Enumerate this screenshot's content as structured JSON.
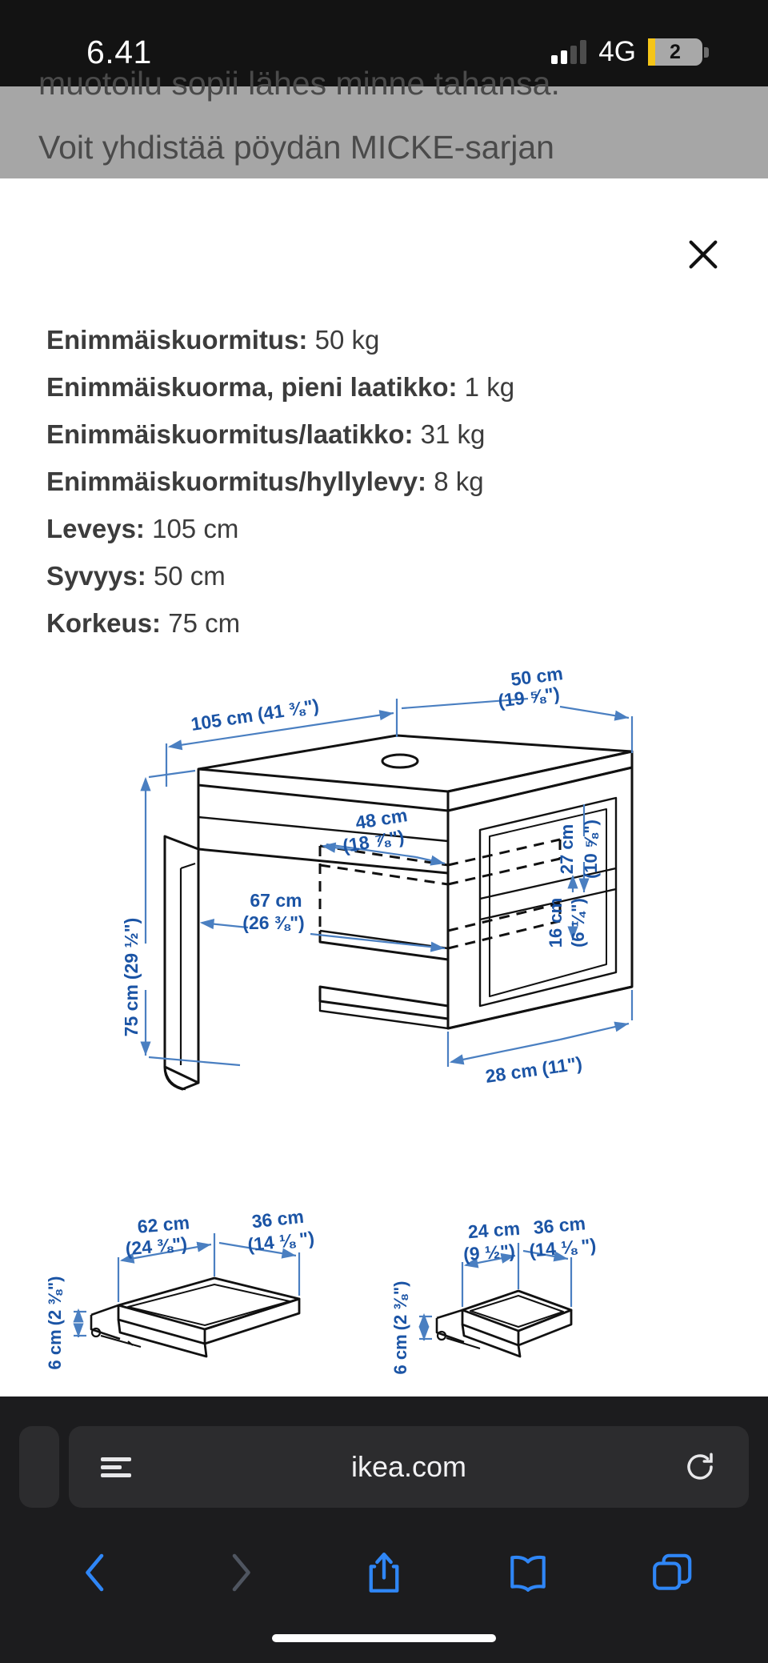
{
  "status_bar": {
    "time": "6.41",
    "network": "4G",
    "battery_level": "2",
    "signal_bars_active": 2,
    "signal_bars_total": 4,
    "battery_low_color": "#f5c518"
  },
  "background_page": {
    "line1": "muotoilu sopii lähes minne tahansa.",
    "line2": "Voit yhdistää pöydän MICKE-sarjan"
  },
  "sheet": {
    "close_label": "✕",
    "specs": [
      {
        "key": "Enimmäiskuormitus:",
        "value": "50 kg"
      },
      {
        "key": "Enimmäiskuorma, pieni laatikko:",
        "value": "1 kg"
      },
      {
        "key": "Enimmäiskuormitus/laatikko:",
        "value": "31 kg"
      },
      {
        "key": "Enimmäiskuormitus/hyllylevy:",
        "value": "8 kg"
      },
      {
        "key": "Leveys:",
        "value": "105 cm"
      },
      {
        "key": "Syvyys:",
        "value": "50 cm"
      },
      {
        "key": "Korkeus:",
        "value": "75 cm"
      }
    ]
  },
  "diagram": {
    "accent_color": "#1b54a5",
    "line_color": "#5b8ec9",
    "desk": {
      "width": {
        "cm": "105 cm",
        "inch": "(41 ⅜\")"
      },
      "depth": {
        "cm": "50 cm",
        "inch": "(19 ⅝\")"
      },
      "height": {
        "cm": "75 cm",
        "inch": "(29 ½\")"
      },
      "inner_depth": {
        "cm": "48 cm",
        "inch": "(18 ⅞\")"
      },
      "upper_opening": {
        "cm": "27 cm",
        "inch": "(10 ⅝\")"
      },
      "inner_width": {
        "cm": "67 cm",
        "inch": "(26 ⅜\")"
      },
      "lower_opening": {
        "cm": "16 cm",
        "inch": "(6 ¼\")"
      },
      "side_width": {
        "cm": "28 cm",
        "inch": "(11\")"
      }
    },
    "drawer_large": {
      "width": {
        "cm": "62 cm",
        "inch": "(24 ⅜\")"
      },
      "depth": {
        "cm": "36 cm",
        "inch": "(14 ⅛ \")"
      },
      "height": {
        "cm": "6 cm",
        "inch": "(2 ⅜\")"
      }
    },
    "drawer_small": {
      "width": {
        "cm": "24 cm",
        "inch": "(9 ½\")"
      },
      "depth": {
        "cm": "36 cm",
        "inch": "(14 ⅛ \")"
      },
      "height": {
        "cm": "6 cm",
        "inch": "(2 ⅜\")"
      }
    }
  },
  "browser": {
    "url": "ikea.com",
    "back_label": "‹",
    "forward_label": "›"
  }
}
